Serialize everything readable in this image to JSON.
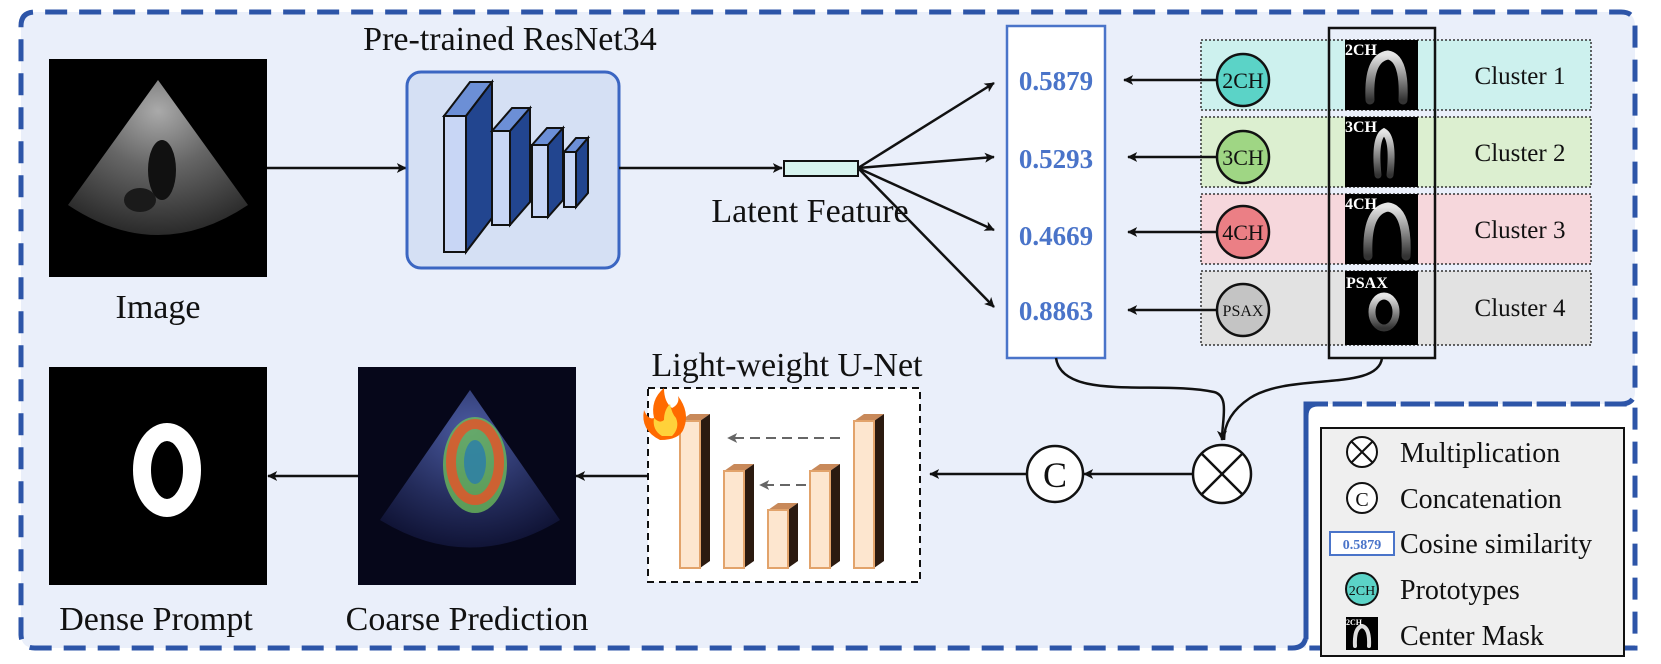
{
  "labels": {
    "image": "Image",
    "backbone": "Pre-trained ResNet34",
    "latent": "Latent Feature",
    "unet": "Light-weight U-Net",
    "coarse": "Coarse Prediction",
    "dense": "Dense Prompt"
  },
  "similarities": [
    "0.5879",
    "0.5293",
    "0.4669",
    "0.8863"
  ],
  "clusters": [
    {
      "label": "Cluster 1",
      "prototype": "2CH",
      "mask_label": "2CH",
      "color": "#cdf1ee",
      "proto_color": "#5bd3c7"
    },
    {
      "label": "Cluster 2",
      "prototype": "3CH",
      "mask_label": "3CH",
      "color": "#dcefd0",
      "proto_color": "#9fd684"
    },
    {
      "label": "Cluster 3",
      "prototype": "4CH",
      "mask_label": "4CH",
      "color": "#f6d7dc",
      "proto_color": "#eb7f85"
    },
    {
      "label": "Cluster 4",
      "prototype": "PSAX",
      "mask_label": "PSAX",
      "color": "#e2e2e2",
      "proto_color": "#c4c4c4"
    }
  ],
  "operators": {
    "concat": "C"
  },
  "legend": {
    "multiplication": "Multiplication",
    "concat_symbol": "C",
    "concatenation": "Concatenation",
    "cosine_example": "0.5879",
    "cosine": "Cosine similarity",
    "proto_example": "2CH",
    "prototypes": "Prototypes",
    "mask_example": "2CH",
    "center_mask": "Center Mask"
  },
  "colors": {
    "frame": "#2d55a8",
    "panel": "#eaeffa",
    "similarity": "#4a74c9",
    "resnet": "#22458f"
  },
  "icons": [
    "fire-icon"
  ]
}
